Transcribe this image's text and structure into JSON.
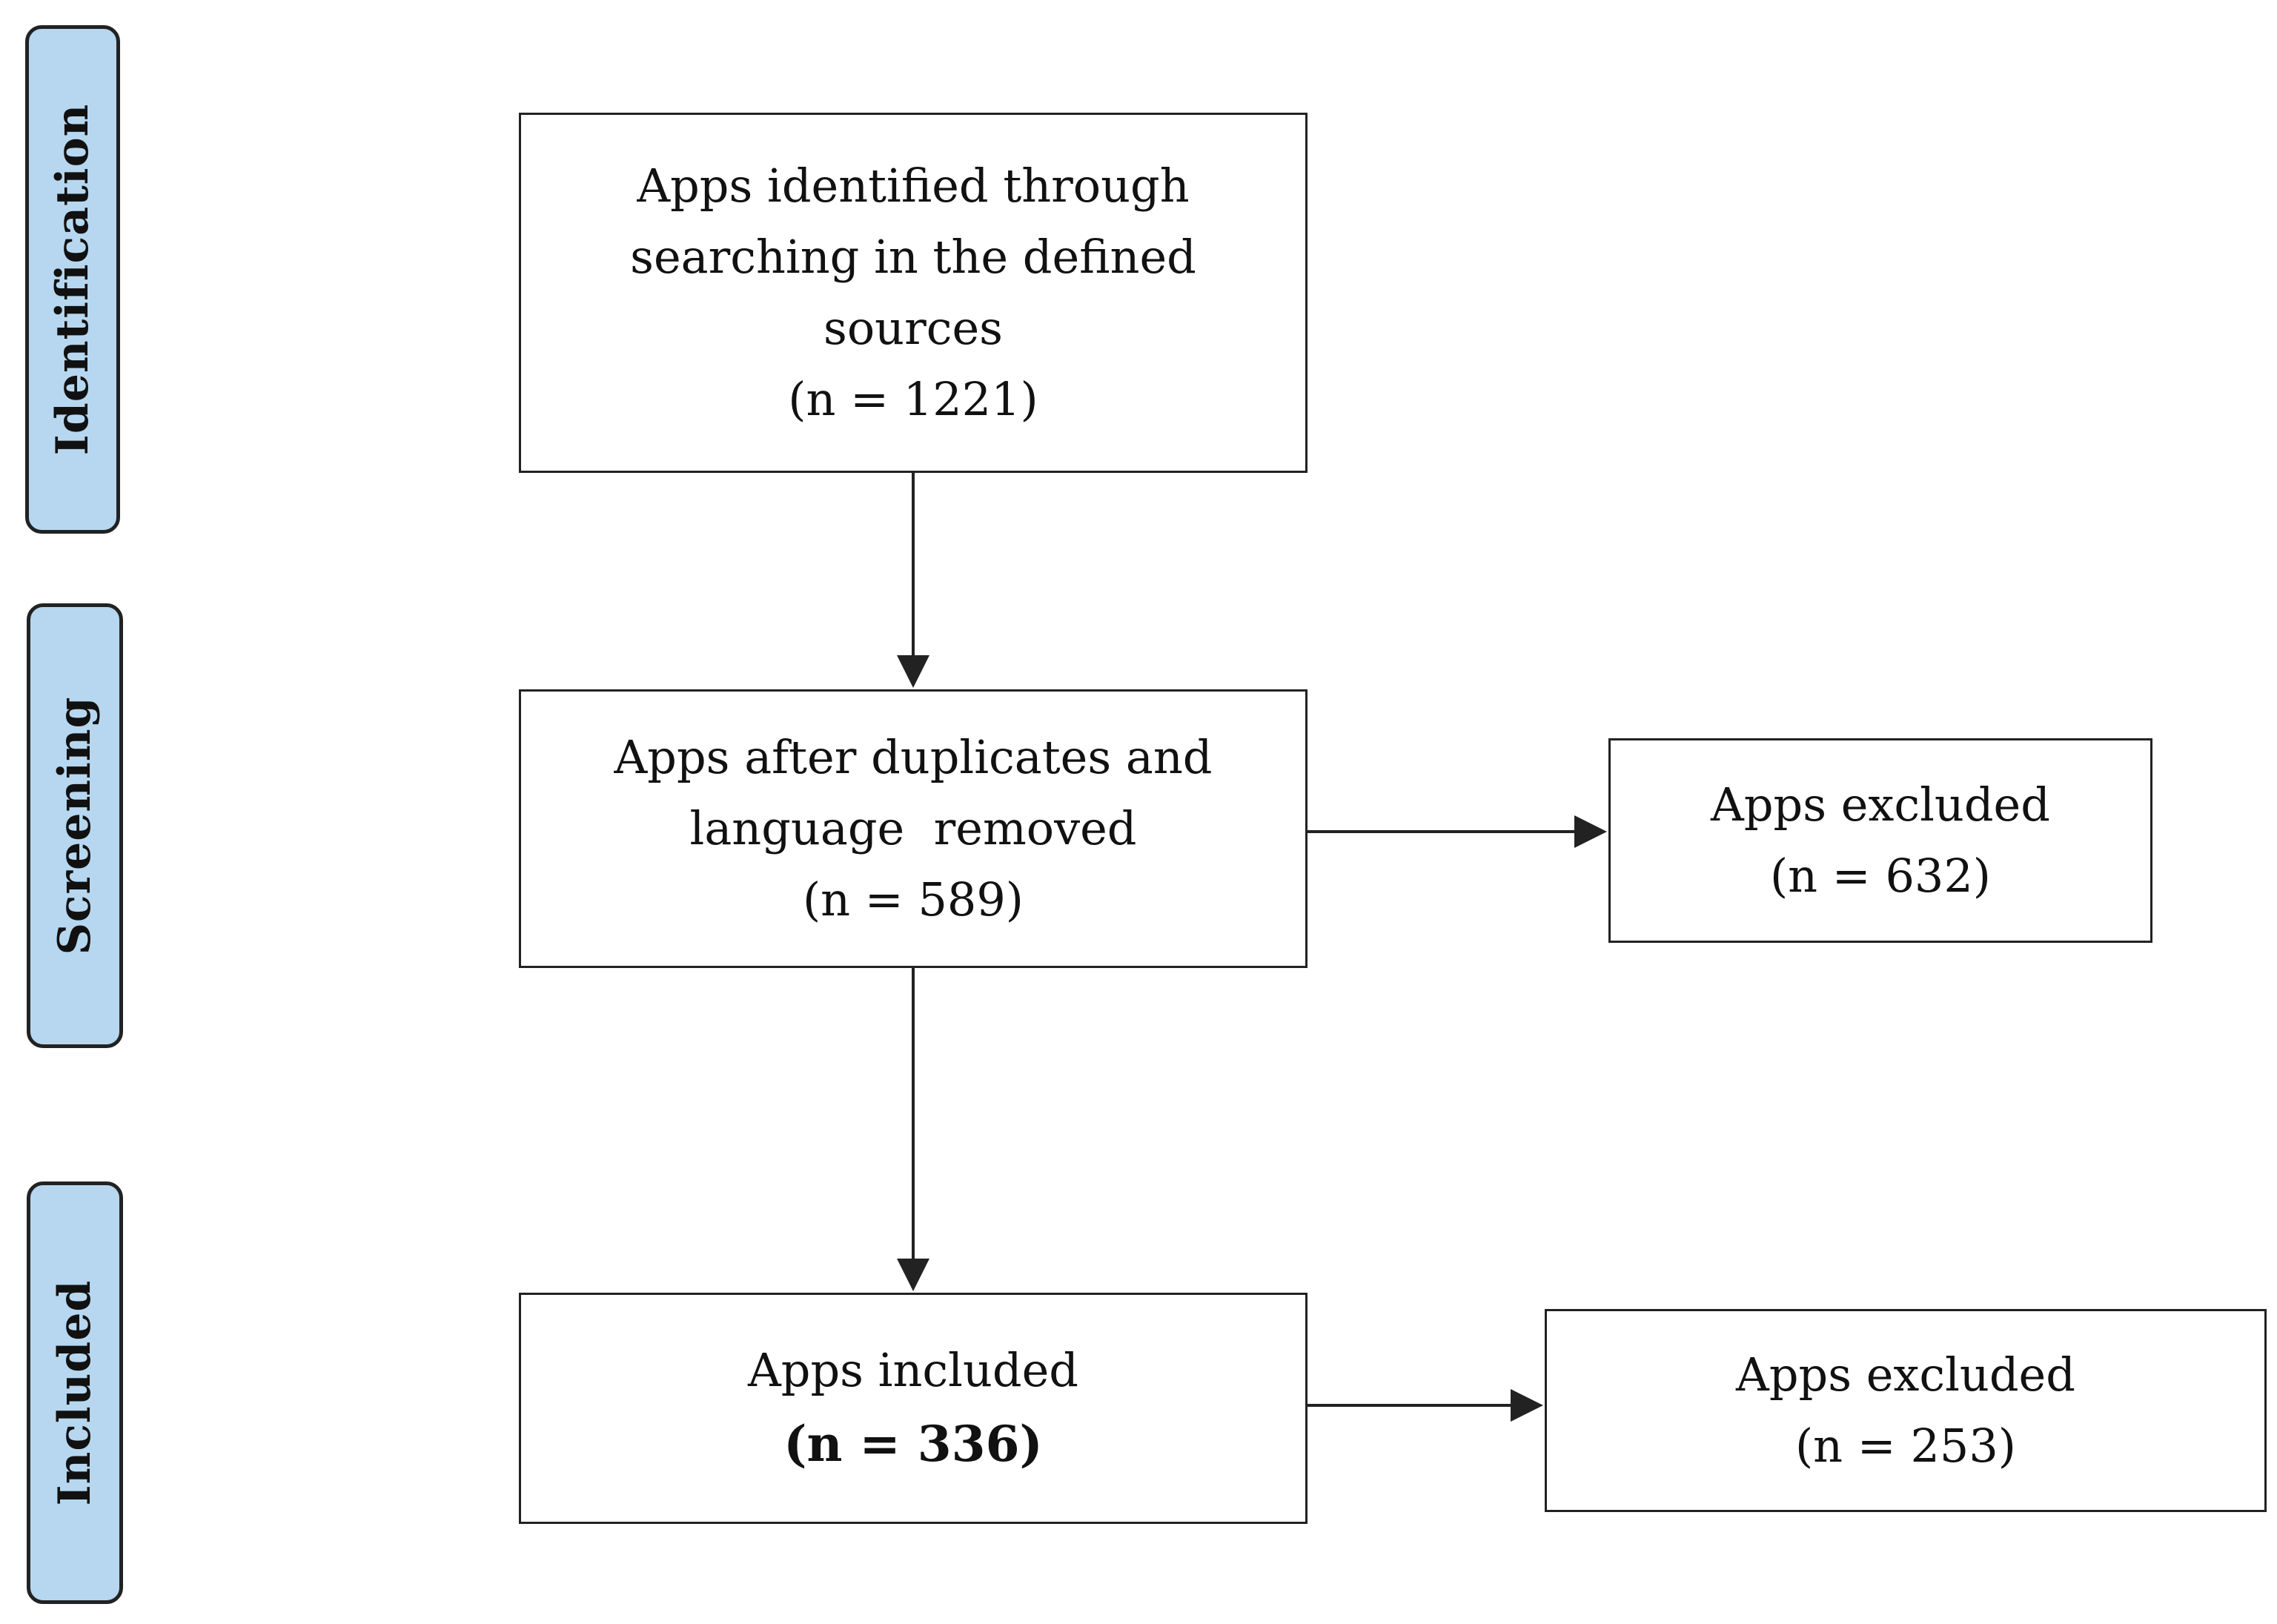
{
  "phases": {
    "identification": "Identification",
    "screening": "Screening",
    "included": "Included"
  },
  "boxes": {
    "identified": {
      "lines": [
        "Apps identified through",
        "searching in the defined",
        "sources"
      ],
      "count": "(n = 1221)"
    },
    "after_duplicates": {
      "lines": [
        "Apps after duplicates and",
        "language  removed"
      ],
      "count": "(n = 589)"
    },
    "excluded_screening": {
      "label": "Apps excluded",
      "count": "(n = 632)"
    },
    "included": {
      "label": "Apps included",
      "count": "(n = 336)"
    },
    "excluded_included": {
      "label": "Apps excluded",
      "count": "(n = 253)"
    }
  },
  "colors": {
    "phase_fill": "#b6d7ef",
    "stroke": "#222222"
  }
}
